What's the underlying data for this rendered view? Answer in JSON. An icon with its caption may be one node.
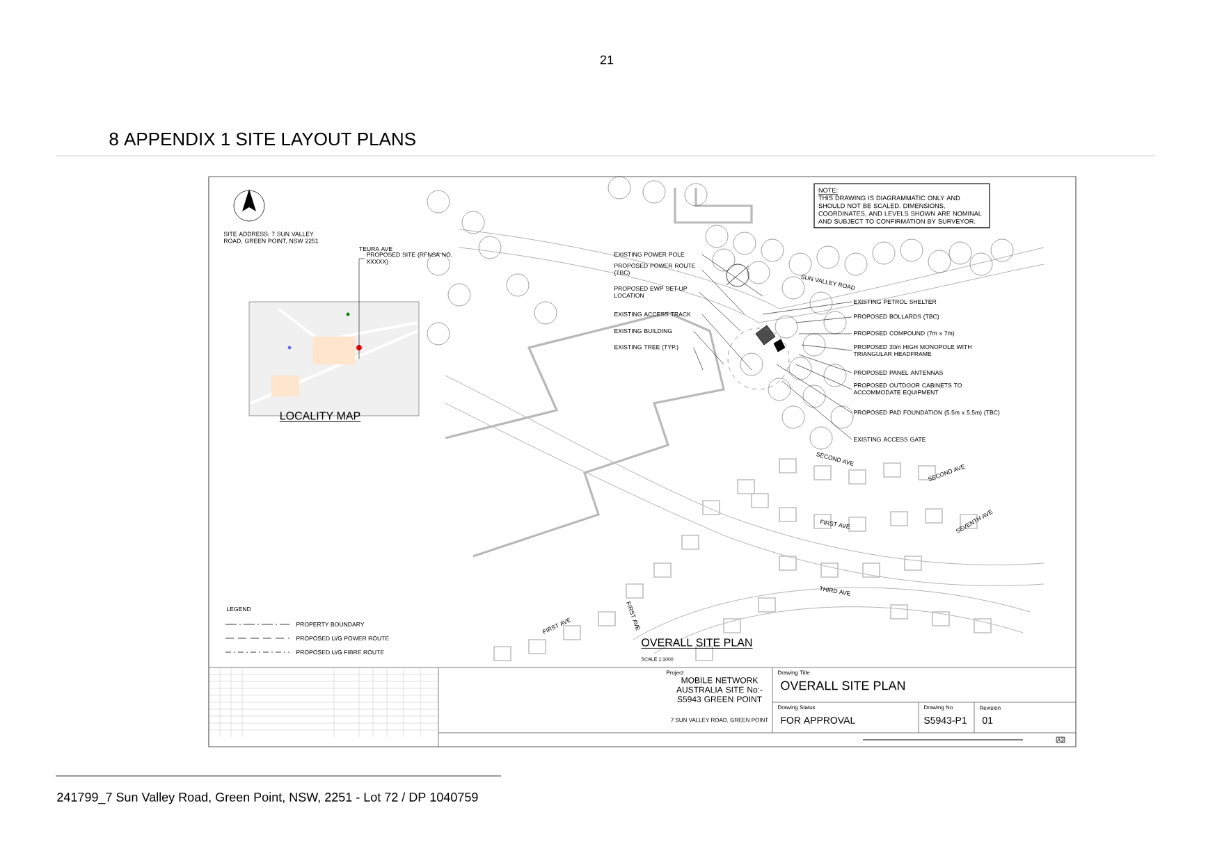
{
  "diagram": {
    "title": "8 APPENDIX 1 SITE LAYOUT PLANS",
    "nodes": [
      {
        "text": [
          "PROPOSED SITE (RFNSA NO. XXXXX)"
        ]
      },
      {
        "text": [
          "EXISTING POWER POLE"
        ]
      },
      {
        "text": [
          "PROPOSED POWER ROUTE (TBC)"
        ]
      },
      {
        "text": [
          "PROPOSED EWP SET-UP LOCATION"
        ]
      },
      {
        "text": [
          "EXISTING ACCESS TRACK"
        ]
      },
      {
        "text": [
          "EXISTING BUILDING"
        ]
      },
      {
        "text": [
          "EXISTING TREE (TYP.)"
        ]
      },
      {
        "text": [
          "EXISTING PETROL SHELTER"
        ]
      },
      {
        "text": [
          "PROPOSED BOLLARDS (TBC)"
        ]
      },
      {
        "text": [
          "PROPOSED COMPOUND (7m x 7m)"
        ]
      },
      {
        "text": [
          "PROPOSED 30m HIGH MONOPOLE WITH TRIANGULAR HEADFRAME"
        ]
      },
      {
        "text": [
          "PROPOSED PANEL ANTENNAS"
        ]
      },
      {
        "text": [
          "PROPOSED OUTDOOR CABINETS TO ACCOMMODATE EQUIPMENT"
        ]
      },
      {
        "text": [
          "PROPOSED PAD FOUNDATION (5.5m x 5.5m) (TBC)"
        ]
      },
      {
        "text": [
          "EXISTING ACCESS GATE"
        ]
      },
      {
        "text": [],
        "shape": "picture"
      },
      {
        "text": [
          "NOTE:",
          "THIS DRAWING IS DIAGRAMMATIC ONLY AND SHOULD NOT BE SCALED. DIMENSIONS, COORDINATES, AND LEVELS SHOWN ARE NOMINAL AND SUBJECT TO CONFIRMATION BY SURVEYOR."
        ]
      }
    ],
    "edges": [
      {
        "from": 0,
        "to": 15,
        "arrow": "none"
      },
      {
        "from": 1,
        "to": null,
        "arrow": "none"
      },
      {
        "from": 2,
        "to": null,
        "arrow": "none"
      },
      {
        "from": 3,
        "to": null,
        "arrow": "none"
      },
      {
        "from": 4,
        "to": null,
        "arrow": "none"
      },
      {
        "from": 5,
        "to": null,
        "arrow": "none"
      },
      {
        "from": 6,
        "to": null,
        "arrow": "none"
      },
      {
        "from": 7,
        "to": null,
        "arrow": "none"
      },
      {
        "from": 8,
        "to": null,
        "arrow": "none"
      },
      {
        "from": 9,
        "to": null,
        "arrow": "none"
      },
      {
        "from": 10,
        "to": null,
        "arrow": "none"
      },
      {
        "from": 11,
        "to": null,
        "arrow": "none"
      },
      {
        "from": 12,
        "to": null,
        "arrow": "none"
      },
      {
        "from": 13,
        "to": null,
        "arrow": "none"
      },
      {
        "from": 14,
        "to": null,
        "arrow": "none"
      }
    ],
    "labels": [
      "21",
      "SITE ADDRESS: 7 SUN VALLEY ROAD, GREEN POINT, NSW 2251",
      "LOCALITY MAP",
      "TEURA AVE",
      "SUN VALLEY ROAD",
      "SECOND AVE",
      "SECOND AVE",
      "FIRST AVE",
      "SEVENTH AVE",
      "THIRD AVE",
      "FIRST AVE",
      "FIRST AVE",
      "LEGEND",
      "OVERALL SITE PLAN",
      "SCALE 1:1000",
      "Project",
      "MOBILE NETWORK AUSTRALIA SITE No:- S5943 GREEN POINT",
      "7 SUN VALLEY ROAD, GREEN POINT",
      "Drawing Title",
      "OVERALL SITE PLAN",
      "Drawing Status",
      "FOR APPROVAL",
      "Drawing No",
      "S5943-P1",
      "Revision",
      "01",
      "A3",
      "241799_7 Sun Valley Road, Green Point, NSW, 2251 - Lot 72 / DP 1040759"
    ],
    "legend": [
      {
        "text": "PROPERTY BOUNDARY"
      },
      {
        "text": "PROPOSED U/G POWER ROUTE"
      },
      {
        "text": "PROPOSED U/G FIBRE ROUTE"
      }
    ]
  }
}
